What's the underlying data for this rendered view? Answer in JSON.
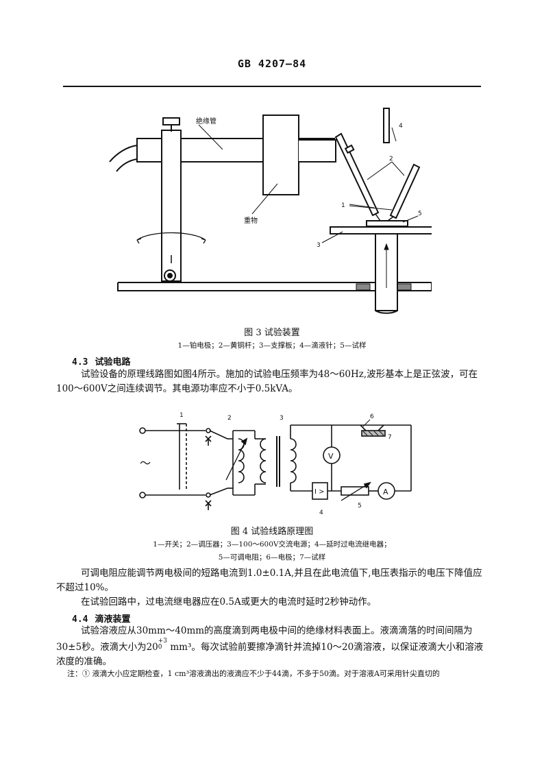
{
  "header": {
    "standard": "GB 4207—84"
  },
  "figure3": {
    "label_tube": "绝缘管",
    "label_weight": "重物",
    "callouts": [
      "1",
      "2",
      "3",
      "4",
      "5"
    ],
    "caption": "图 3  试验装置",
    "legend": "1—铂电极；2—黄铜杆；3—支撑板；4—滴液针；5—试样"
  },
  "section_4_3": {
    "number": "4.3",
    "title": "试验电路",
    "paragraph": "试验设备的原理线路图如图4所示。施加的试验电压频率为48～60Hz,波形基本上是正弦波，可在100～600V之间连续调节。其电源功率应不小于0.5kVA。"
  },
  "figure4": {
    "callouts": [
      "1",
      "2",
      "3",
      "4",
      "5",
      "6",
      "7"
    ],
    "symbol_voltmeter": "V",
    "symbol_ammeter": "A",
    "symbol_relay": "I >",
    "symbol_ac": "～",
    "caption": "图 4  试验线路原理图",
    "legend_line1": "1—开关；2—调压器；3—100～600V交流电源；4—延时过电流继电器；",
    "legend_line2": "5—可调电阻；6—电极；7—试样"
  },
  "body": {
    "para1": "可调电阻应能调节两电极间的短路电流到1.0±0.1A,并且在此电流值下,电压表指示的电压下降值应不超过10%。",
    "para2": "在试验回路中，过电流继电器应在0.5A或更大的电流时延时2秒钟动作。"
  },
  "section_4_4": {
    "number": "4.4",
    "title": "滴液装置",
    "paragraph_a": "试验溶液应从30mm～40mm的高度滴到两电极中间的绝缘材料表面上。液滴滴落的时间间隔为30±5秒。液滴大小为20",
    "sup": "+3",
    "sub": "0",
    "paragraph_b": " mm³。每次试验前要擦净滴针并流掉10～20滴溶液，以保证液滴大小和溶液浓度的准确。"
  },
  "note": {
    "text": "注：① 液滴大小应定期检查，1 cm³溶液滴出的液滴应不少于44滴，不多于50滴。对于溶液A可采用针尖直切的"
  }
}
